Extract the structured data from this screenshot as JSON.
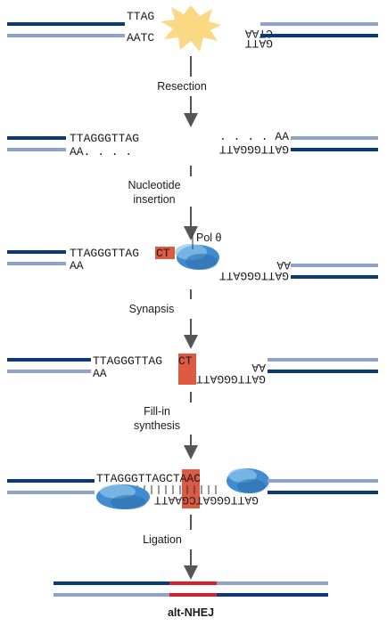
{
  "colors": {
    "strand_dark": "#0b3a78",
    "strand_light": "#8fa2c9",
    "insertion": "#dd5a43",
    "ligation": "#d81f2b",
    "break_star": "#fbd884",
    "polymerase": "#3f8dd0"
  },
  "break_site": {
    "left_top": "TTAG",
    "left_bottom": "AATC",
    "right_top": "CTAA",
    "right_bottom": "GATT"
  },
  "resected": {
    "left_top": "TTAGGGTTAG",
    "left_bottom": "AA. . . .",
    "right_top": ". . . . AA",
    "right_bottom": "GATTGGGATT"
  },
  "inserted": {
    "left_top": "TTAGGGTTAG",
    "insert": "CT",
    "left_bottom": "AA",
    "right_top": "AA",
    "right_bottom": "GATTGGGATT",
    "polymerase_label": "Pol θ"
  },
  "synapsed": {
    "left_top": "TTAGGGTTAG",
    "insert": "CT",
    "left_bottom": "AA",
    "right_top": "AA",
    "right_bottom": "GATTGGGATT"
  },
  "filled": {
    "top": "TTAGGGTTAGCTAAC",
    "bottom": "GATTGGGATCGAATT"
  },
  "steps": {
    "resection": "Resection",
    "nucleotide_line1": "Nucleotide",
    "nucleotide_line2": "insertion",
    "synapsis": "Synapsis",
    "fillin_line1": "Fill-in",
    "fillin_line2": "synthesis",
    "ligation": "Ligation"
  },
  "final_label": "alt-NHEJ"
}
